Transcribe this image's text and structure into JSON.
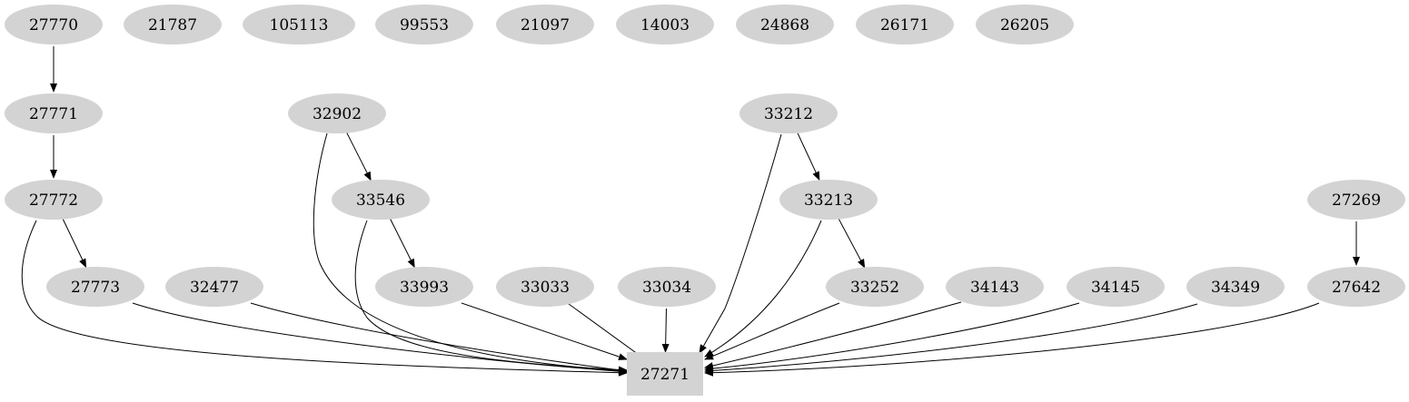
{
  "graph": {
    "node_color": "#d3d3d3",
    "edge_color": "#000000",
    "nodes": [
      {
        "id": "27770",
        "shape": "ellipse"
      },
      {
        "id": "21787",
        "shape": "ellipse"
      },
      {
        "id": "105113",
        "shape": "ellipse"
      },
      {
        "id": "99553",
        "shape": "ellipse"
      },
      {
        "id": "21097",
        "shape": "ellipse"
      },
      {
        "id": "14003",
        "shape": "ellipse"
      },
      {
        "id": "24868",
        "shape": "ellipse"
      },
      {
        "id": "26171",
        "shape": "ellipse"
      },
      {
        "id": "26205",
        "shape": "ellipse"
      },
      {
        "id": "27771",
        "shape": "ellipse"
      },
      {
        "id": "32902",
        "shape": "ellipse"
      },
      {
        "id": "33212",
        "shape": "ellipse"
      },
      {
        "id": "27772",
        "shape": "ellipse"
      },
      {
        "id": "33546",
        "shape": "ellipse"
      },
      {
        "id": "33213",
        "shape": "ellipse"
      },
      {
        "id": "27269",
        "shape": "ellipse"
      },
      {
        "id": "27773",
        "shape": "ellipse"
      },
      {
        "id": "32477",
        "shape": "ellipse"
      },
      {
        "id": "33993",
        "shape": "ellipse"
      },
      {
        "id": "33033",
        "shape": "ellipse"
      },
      {
        "id": "33034",
        "shape": "ellipse"
      },
      {
        "id": "33252",
        "shape": "ellipse"
      },
      {
        "id": "34143",
        "shape": "ellipse"
      },
      {
        "id": "34145",
        "shape": "ellipse"
      },
      {
        "id": "34349",
        "shape": "ellipse"
      },
      {
        "id": "27642",
        "shape": "ellipse"
      },
      {
        "id": "27271",
        "shape": "box"
      }
    ],
    "edges": [
      {
        "from": "27770",
        "to": "27771"
      },
      {
        "from": "27771",
        "to": "27772"
      },
      {
        "from": "27772",
        "to": "27773"
      },
      {
        "from": "27772",
        "to": "27271"
      },
      {
        "from": "27773",
        "to": "27271"
      },
      {
        "from": "32477",
        "to": "27271"
      },
      {
        "from": "32902",
        "to": "33546"
      },
      {
        "from": "32902",
        "to": "27271"
      },
      {
        "from": "33546",
        "to": "33993"
      },
      {
        "from": "33546",
        "to": "27271"
      },
      {
        "from": "33993",
        "to": "27271"
      },
      {
        "from": "33033",
        "to": "27271"
      },
      {
        "from": "33034",
        "to": "27271"
      },
      {
        "from": "33212",
        "to": "33213"
      },
      {
        "from": "33212",
        "to": "27271"
      },
      {
        "from": "33213",
        "to": "33252"
      },
      {
        "from": "33213",
        "to": "27271"
      },
      {
        "from": "33252",
        "to": "27271"
      },
      {
        "from": "34143",
        "to": "27271"
      },
      {
        "from": "34145",
        "to": "27271"
      },
      {
        "from": "34349",
        "to": "27271"
      },
      {
        "from": "27269",
        "to": "27642"
      },
      {
        "from": "27642",
        "to": "27271"
      }
    ]
  }
}
